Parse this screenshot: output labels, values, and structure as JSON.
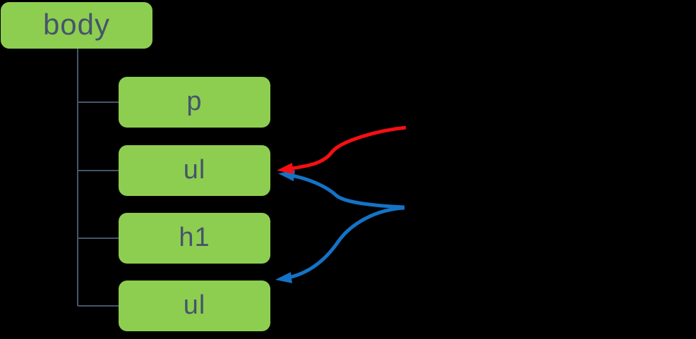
{
  "canvas": {
    "background": "#000000"
  },
  "colors": {
    "node_fill": "#8dce50",
    "node_text": "#45556b",
    "connector": "#45556b",
    "arrow_red": "#f50f14",
    "arrow_blue": "#1473c6"
  },
  "tree": {
    "root": {
      "label": "body"
    },
    "children": [
      {
        "label": "p"
      },
      {
        "label": "ul"
      },
      {
        "label": "h1"
      },
      {
        "label": "ul"
      }
    ]
  },
  "annotations": {
    "red_arrow_target": "first ul node",
    "blue_arrow_targets": "first ul node and second ul node"
  }
}
